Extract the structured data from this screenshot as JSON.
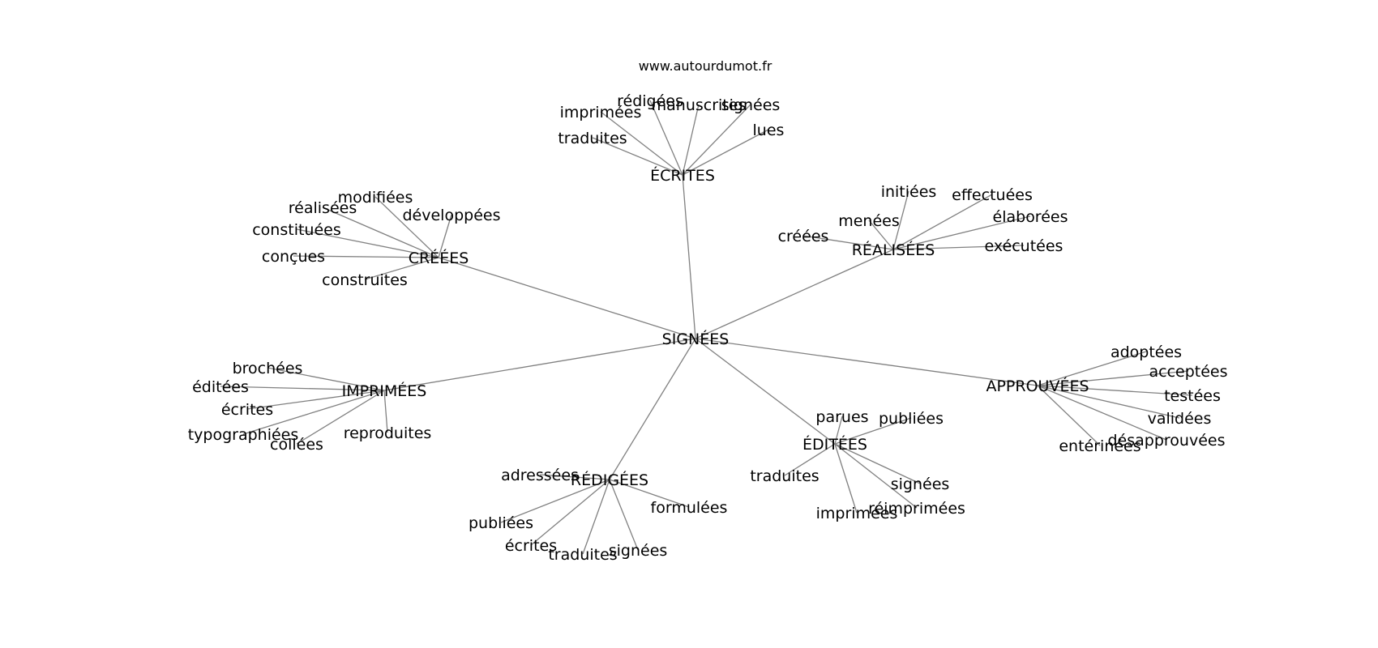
{
  "watermark": "www.autourdumot.fr",
  "root": "SIGNÉES",
  "clusters": [
    {
      "label": "ÉCRITES",
      "words": [
        "rédigées",
        "manuscrites",
        "signées",
        "imprimées",
        "traduites",
        "lues"
      ]
    },
    {
      "label": "CRÉÉES",
      "words": [
        "modifiées",
        "réalisées",
        "développées",
        "constituées",
        "conçues",
        "construites"
      ]
    },
    {
      "label": "RÉALISÉES",
      "words": [
        "initiées",
        "effectuées",
        "menées",
        "élaborées",
        "créées",
        "exécutées"
      ]
    },
    {
      "label": "IMPRIMÉES",
      "words": [
        "brochées",
        "éditées",
        "écrites",
        "typographiées",
        "collées",
        "reproduites"
      ]
    },
    {
      "label": "APPROUVÉES",
      "words": [
        "adoptées",
        "acceptées",
        "testées",
        "validées",
        "désapprouvées",
        "entérinées"
      ]
    },
    {
      "label": "ÉDITÉES",
      "words": [
        "parues",
        "publiées",
        "traduites",
        "signées",
        "imprimées",
        "réimprimées"
      ]
    },
    {
      "label": "RÉDIGÉES",
      "words": [
        "adressées",
        "formulées",
        "publiées",
        "écrites",
        "traduites",
        "signées"
      ]
    }
  ]
}
